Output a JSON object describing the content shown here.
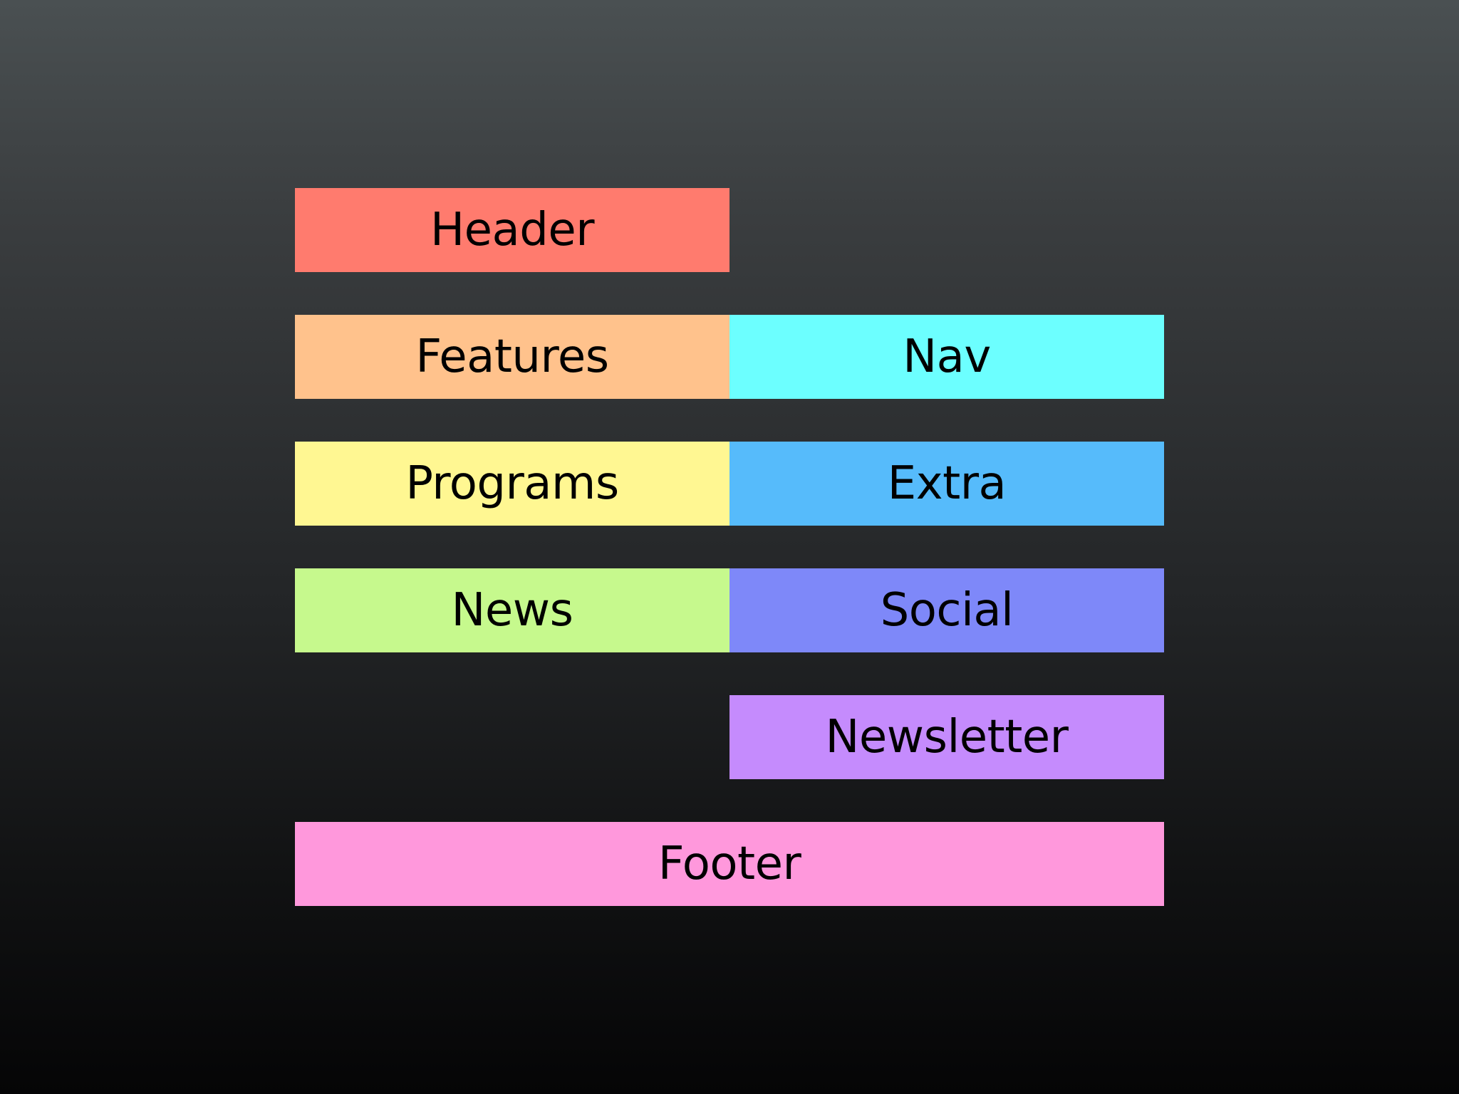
{
  "blocks": {
    "header": {
      "label": "Header",
      "color": "#ff7b6e"
    },
    "features": {
      "label": "Features",
      "color": "#ffc28c"
    },
    "nav": {
      "label": "Nav",
      "color": "#6cffff"
    },
    "programs": {
      "label": "Programs",
      "color": "#fff792"
    },
    "extra": {
      "label": "Extra",
      "color": "#56bbfb"
    },
    "news": {
      "label": "News",
      "color": "#c6f98d"
    },
    "social": {
      "label": "Social",
      "color": "#7e88f9"
    },
    "newsletter": {
      "label": "Newsletter",
      "color": "#c58bfd"
    },
    "footer": {
      "label": "Footer",
      "color": "#ff98dc"
    }
  }
}
